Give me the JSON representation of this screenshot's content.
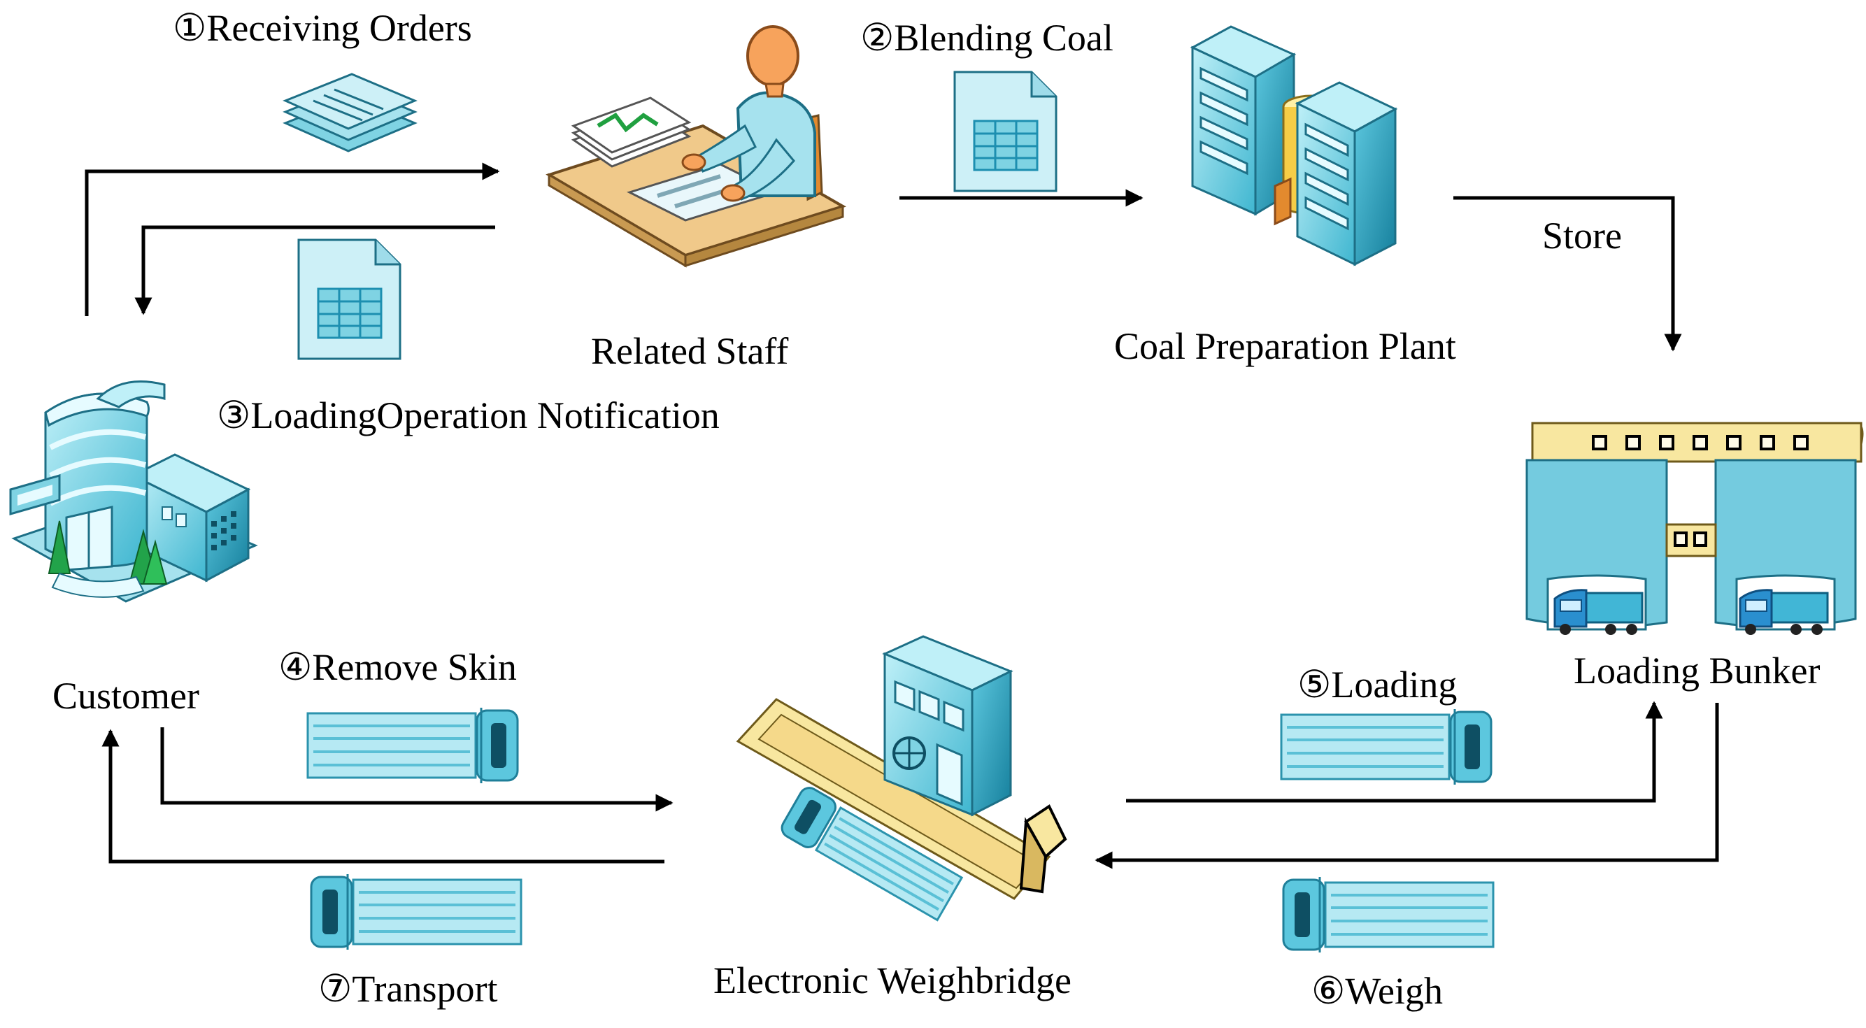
{
  "steps": {
    "receiving_orders": "①Receiving Orders",
    "blending_coal": "②Blending Coal",
    "loading_notification": "③LoadingOperation Notification",
    "remove_skin": "④Remove Skin",
    "loading": "⑤Loading",
    "weigh": "⑥Weigh",
    "transport": "⑦Transport",
    "store": "Store"
  },
  "nodes": {
    "related_staff": "Related Staff",
    "coal_plant": "Coal Preparation Plant",
    "loading_bunker": "Loading Bunker",
    "customer": "Customer",
    "weighbridge": "Electronic Weighbridge"
  },
  "icons": {
    "orders": "document-stack-icon",
    "spreadsheet": "spreadsheet-document-icon",
    "staff": "office-worker-at-desk-icon",
    "plant": "server-buildings-icon",
    "customer": "office-building-icon",
    "bunker": "loading-bunker-icon",
    "truck": "truck-icon",
    "weighbridge": "weighbridge-station-icon"
  },
  "colors": {
    "icon_blue": "#7fd3e3",
    "icon_blue_dark": "#1c8aa6",
    "desk_tan": "#f0c98a",
    "bunker_yellow": "#f8e7a0",
    "skin_orange": "#f7a35c",
    "arrow": "#000000"
  }
}
